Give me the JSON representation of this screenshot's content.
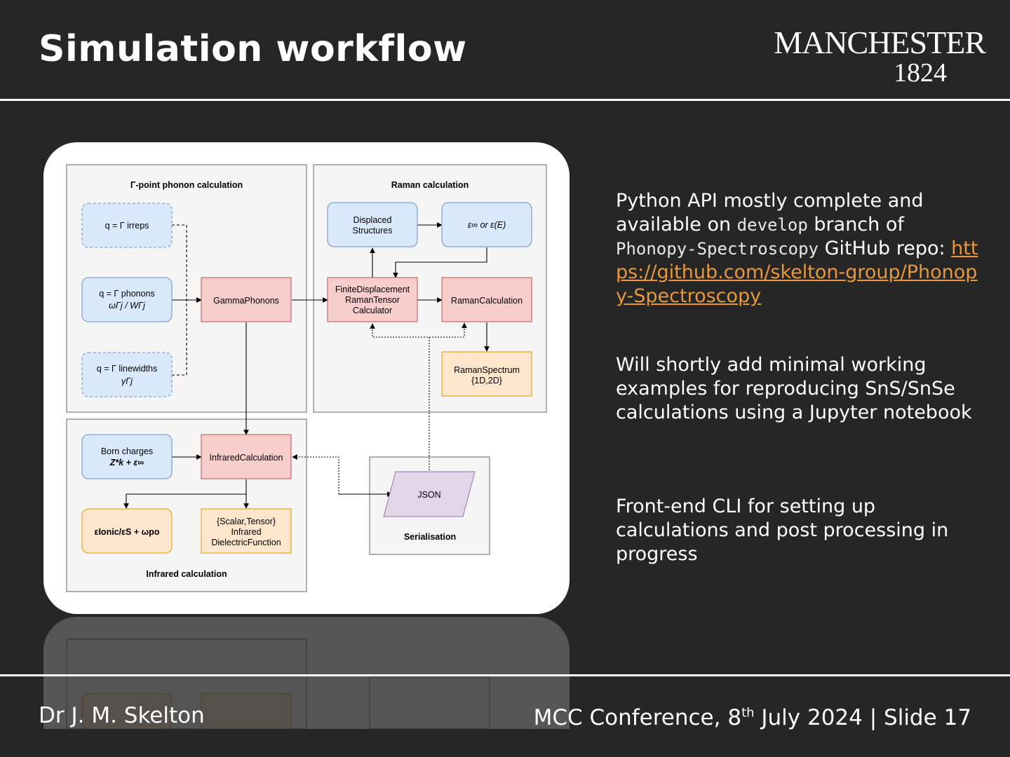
{
  "slide": {
    "title": "Simulation workflow",
    "logo_line1": "MANCHESTER",
    "logo_line2": "1824"
  },
  "diagram": {
    "gamma_section_title": "Γ-point phonon calculation",
    "raman_section_title": "Raman calculation",
    "infrared_section_title": "Infrared calculation",
    "serialisation_title": "Serialisation",
    "q_irreps": "q = Γ irreps",
    "q_phonons_1": "q = Γ phonons",
    "q_phonons_2": "ωΓj / WΓj",
    "q_linewidths_1": "q = Γ linewidths",
    "q_linewidths_2": "γΓj",
    "gamma_phonons": "GammaPhonons",
    "displaced_1": "Displaced",
    "displaced_2": "Structures",
    "eps_box": "ε∞ or ε(E)",
    "finite_1": "FiniteDisplacement",
    "finite_2": "RamanTensor",
    "finite_3": "Calculator",
    "raman_calc": "RamanCalculation",
    "raman_spec_1": "RamanSpectrum",
    "raman_spec_2": "{1D,2D}",
    "born_1": "Born charges",
    "born_2": "Z*k + ε∞",
    "infrared_calc": "InfraredCalculation",
    "eps_ionic": "εIonic/εS + ωpo",
    "dielectric_1": "{Scalar,Tensor}",
    "dielectric_2": "Infrared",
    "dielectric_3": "DielectricFunction",
    "json": "JSON"
  },
  "bullets": {
    "b1_pre": "Python API mostly complete and available on ",
    "b1_code1": "develop",
    "b1_mid": " branch of ",
    "b1_code2": "Phonopy-Spectroscopy",
    "b1_post": " GitHub repo: ",
    "b1_link": "https://github.com/skelton-group/Phonopy-Spectroscopy",
    "b2": "Will shortly add minimal working examples for reproducing SnS/SnSe calculations using a Jupyter notebook",
    "b3": "Front-end CLI for setting up calculations and post processing in progress"
  },
  "footer": {
    "author": "Dr J. M. Skelton",
    "event_pre": "MCC Conference, 8",
    "event_sup": "th",
    "event_post": " July 2024 | Slide 17"
  },
  "colors": {
    "background": "#262626",
    "blue_box": "#dae8fc",
    "blue_border": "#6c8ebf",
    "red_box": "#f8cecc",
    "red_border": "#b85450",
    "orange_box": "#ffe6cc",
    "orange_border": "#d79b00",
    "purple_box": "#e1d5e7",
    "link": "#e8973a"
  }
}
